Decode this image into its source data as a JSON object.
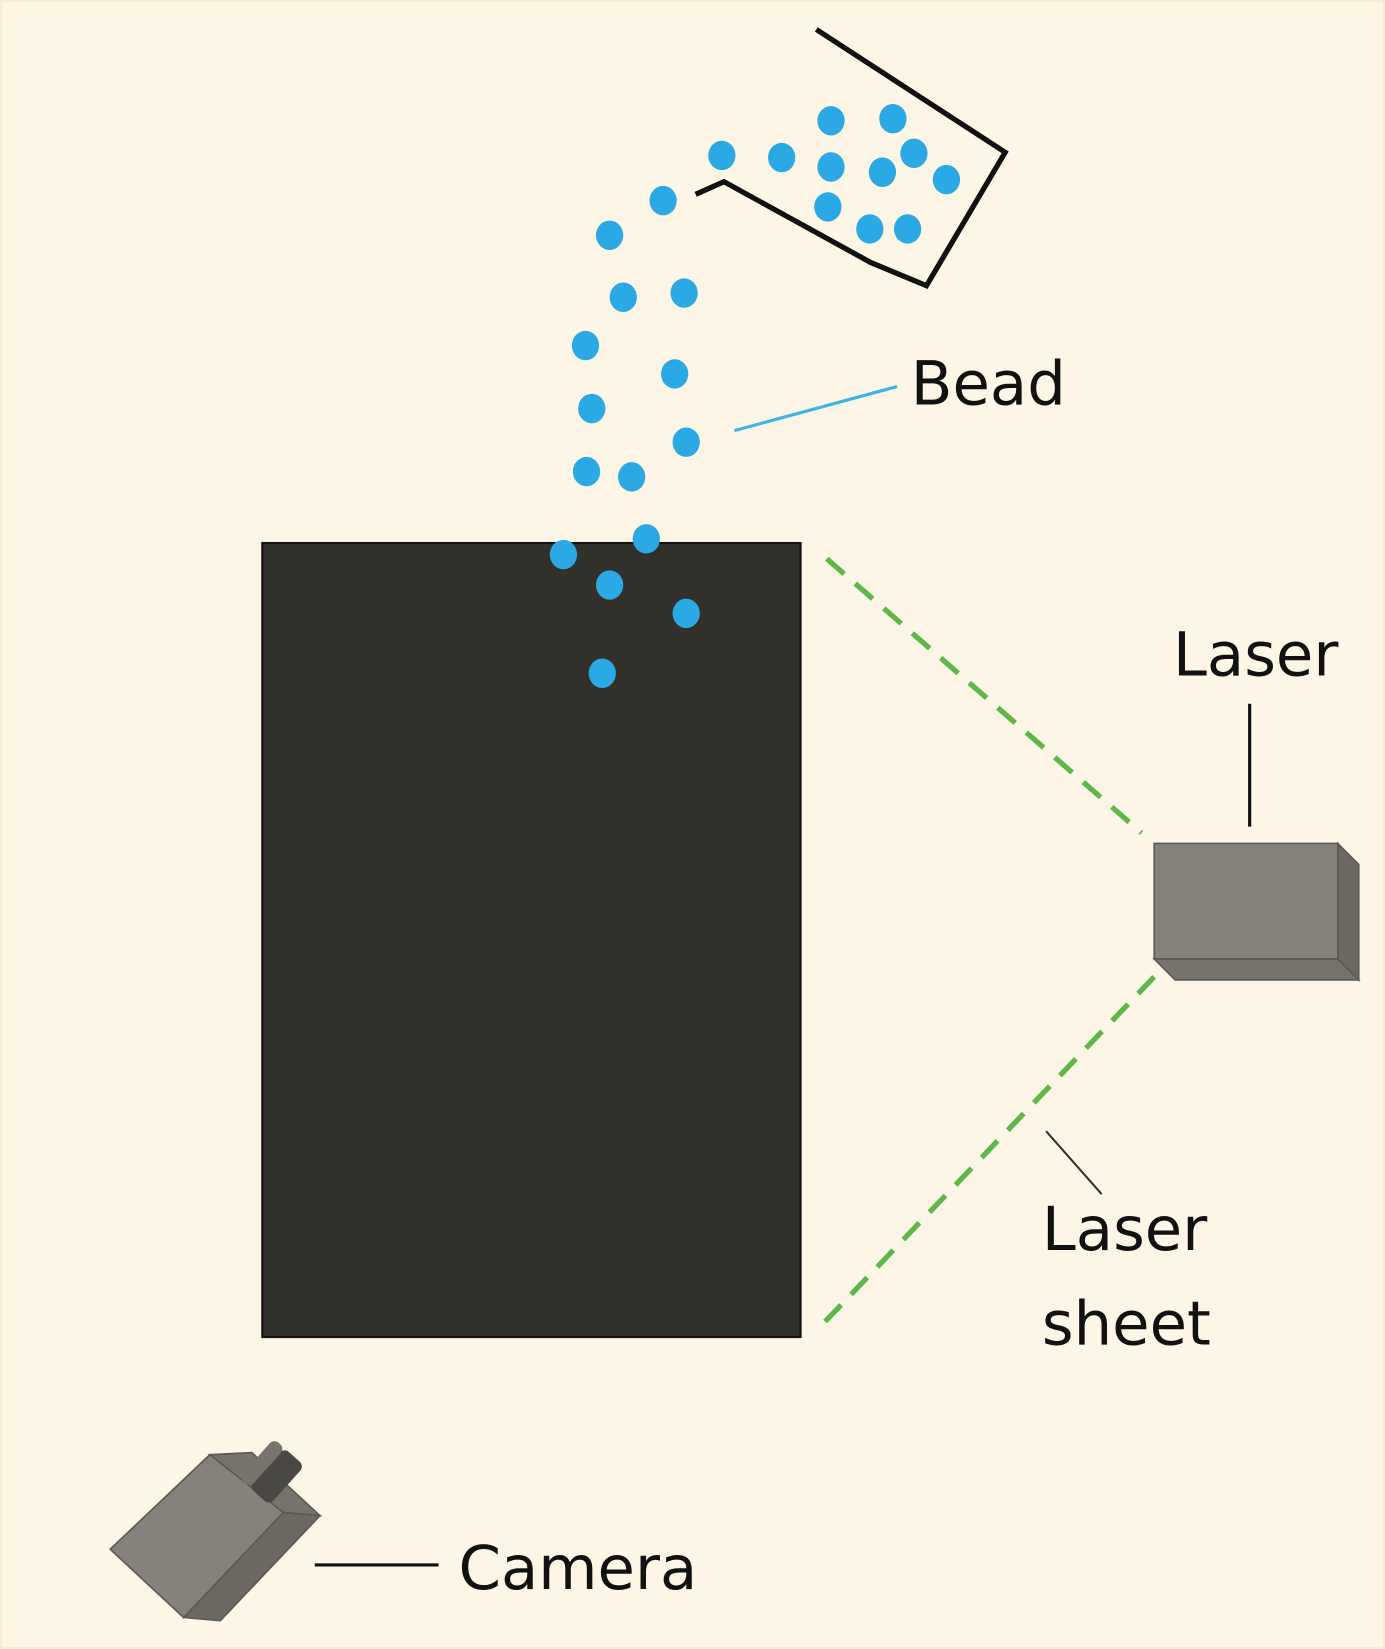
{
  "labels": {
    "bead": "Bead",
    "laser": "Laser",
    "laser_sheet_line1": "Laser",
    "laser_sheet_line2": "sheet",
    "camera": "Camera"
  },
  "colors": {
    "background": "#fdf6e6",
    "tank": "#32302b",
    "bead": "#2aa9e4",
    "laser_sheet": "#5cb84a",
    "device": "#85827b",
    "device_dark": "#6c6963",
    "lens": "#4a4844"
  },
  "icons": [
    "container-icon",
    "laser-device-icon",
    "camera-icon"
  ]
}
